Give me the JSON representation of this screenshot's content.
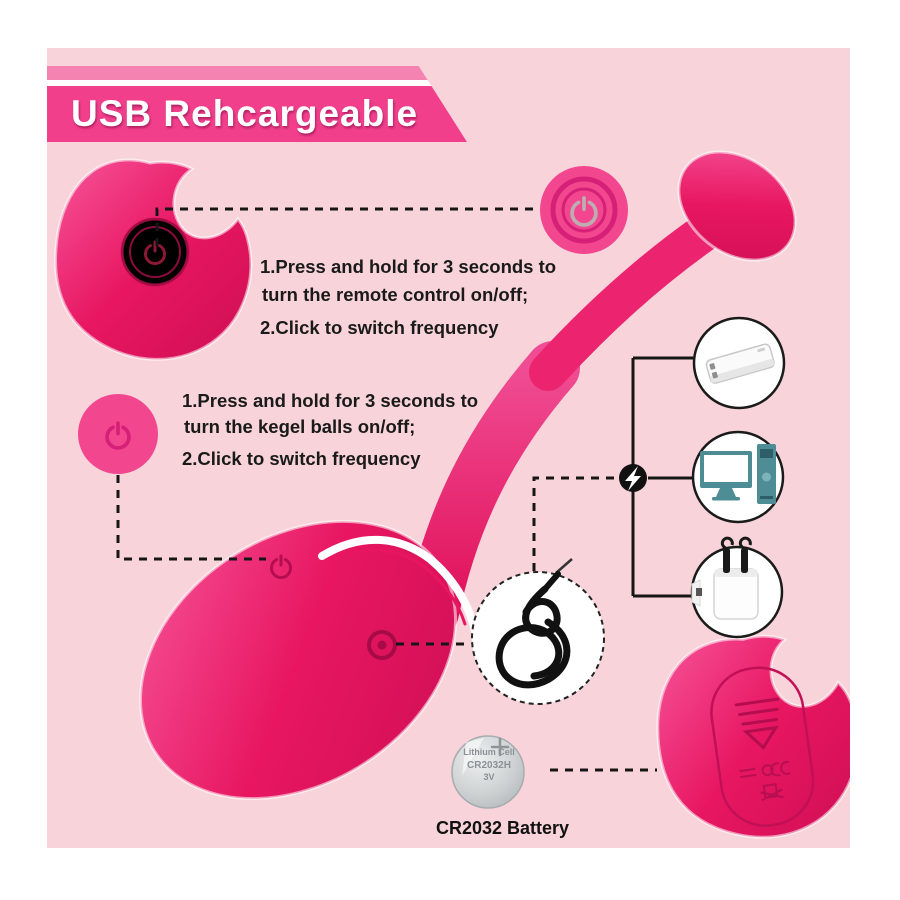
{
  "banner": {
    "title": "USB Rehcargeable"
  },
  "instructions": {
    "remote": {
      "line1": "1.Press and hold for 3 seconds to",
      "line2": "turn the remote control on/off;",
      "line3": "2.Click to switch frequency"
    },
    "kegel": {
      "line1": "1.Press and hold for 3 seconds to",
      "line2": "turn the kegel balls on/off;",
      "line3": "2.Click to switch frequency"
    }
  },
  "battery": {
    "face_line1": "Lithium Cell",
    "face_line2": "CR2032H",
    "face_line3": "3V",
    "polarity": "+",
    "label": "CR2032 Battery"
  },
  "icons": {
    "power_button": "power-icon",
    "lightning": "lightning-bolt-icon",
    "power_bank": "power-bank-icon",
    "computer": "desktop-computer-icon",
    "wall_charger": "usb-wall-charger-icon",
    "usb_cable": "usb-charging-cable-icon",
    "coin_battery": "cr2032-coin-battery-icon"
  },
  "colors": {
    "background_pink": "#f8d4da",
    "banner_pink": "#f23f8c",
    "banner_stripe": "#f583b2",
    "device_pink": "#e81661",
    "connector_black": "#161616",
    "circle_outline": "#1b1b1b",
    "battery_silver": "#c9cdce",
    "computer_teal": "#4f8d96"
  }
}
